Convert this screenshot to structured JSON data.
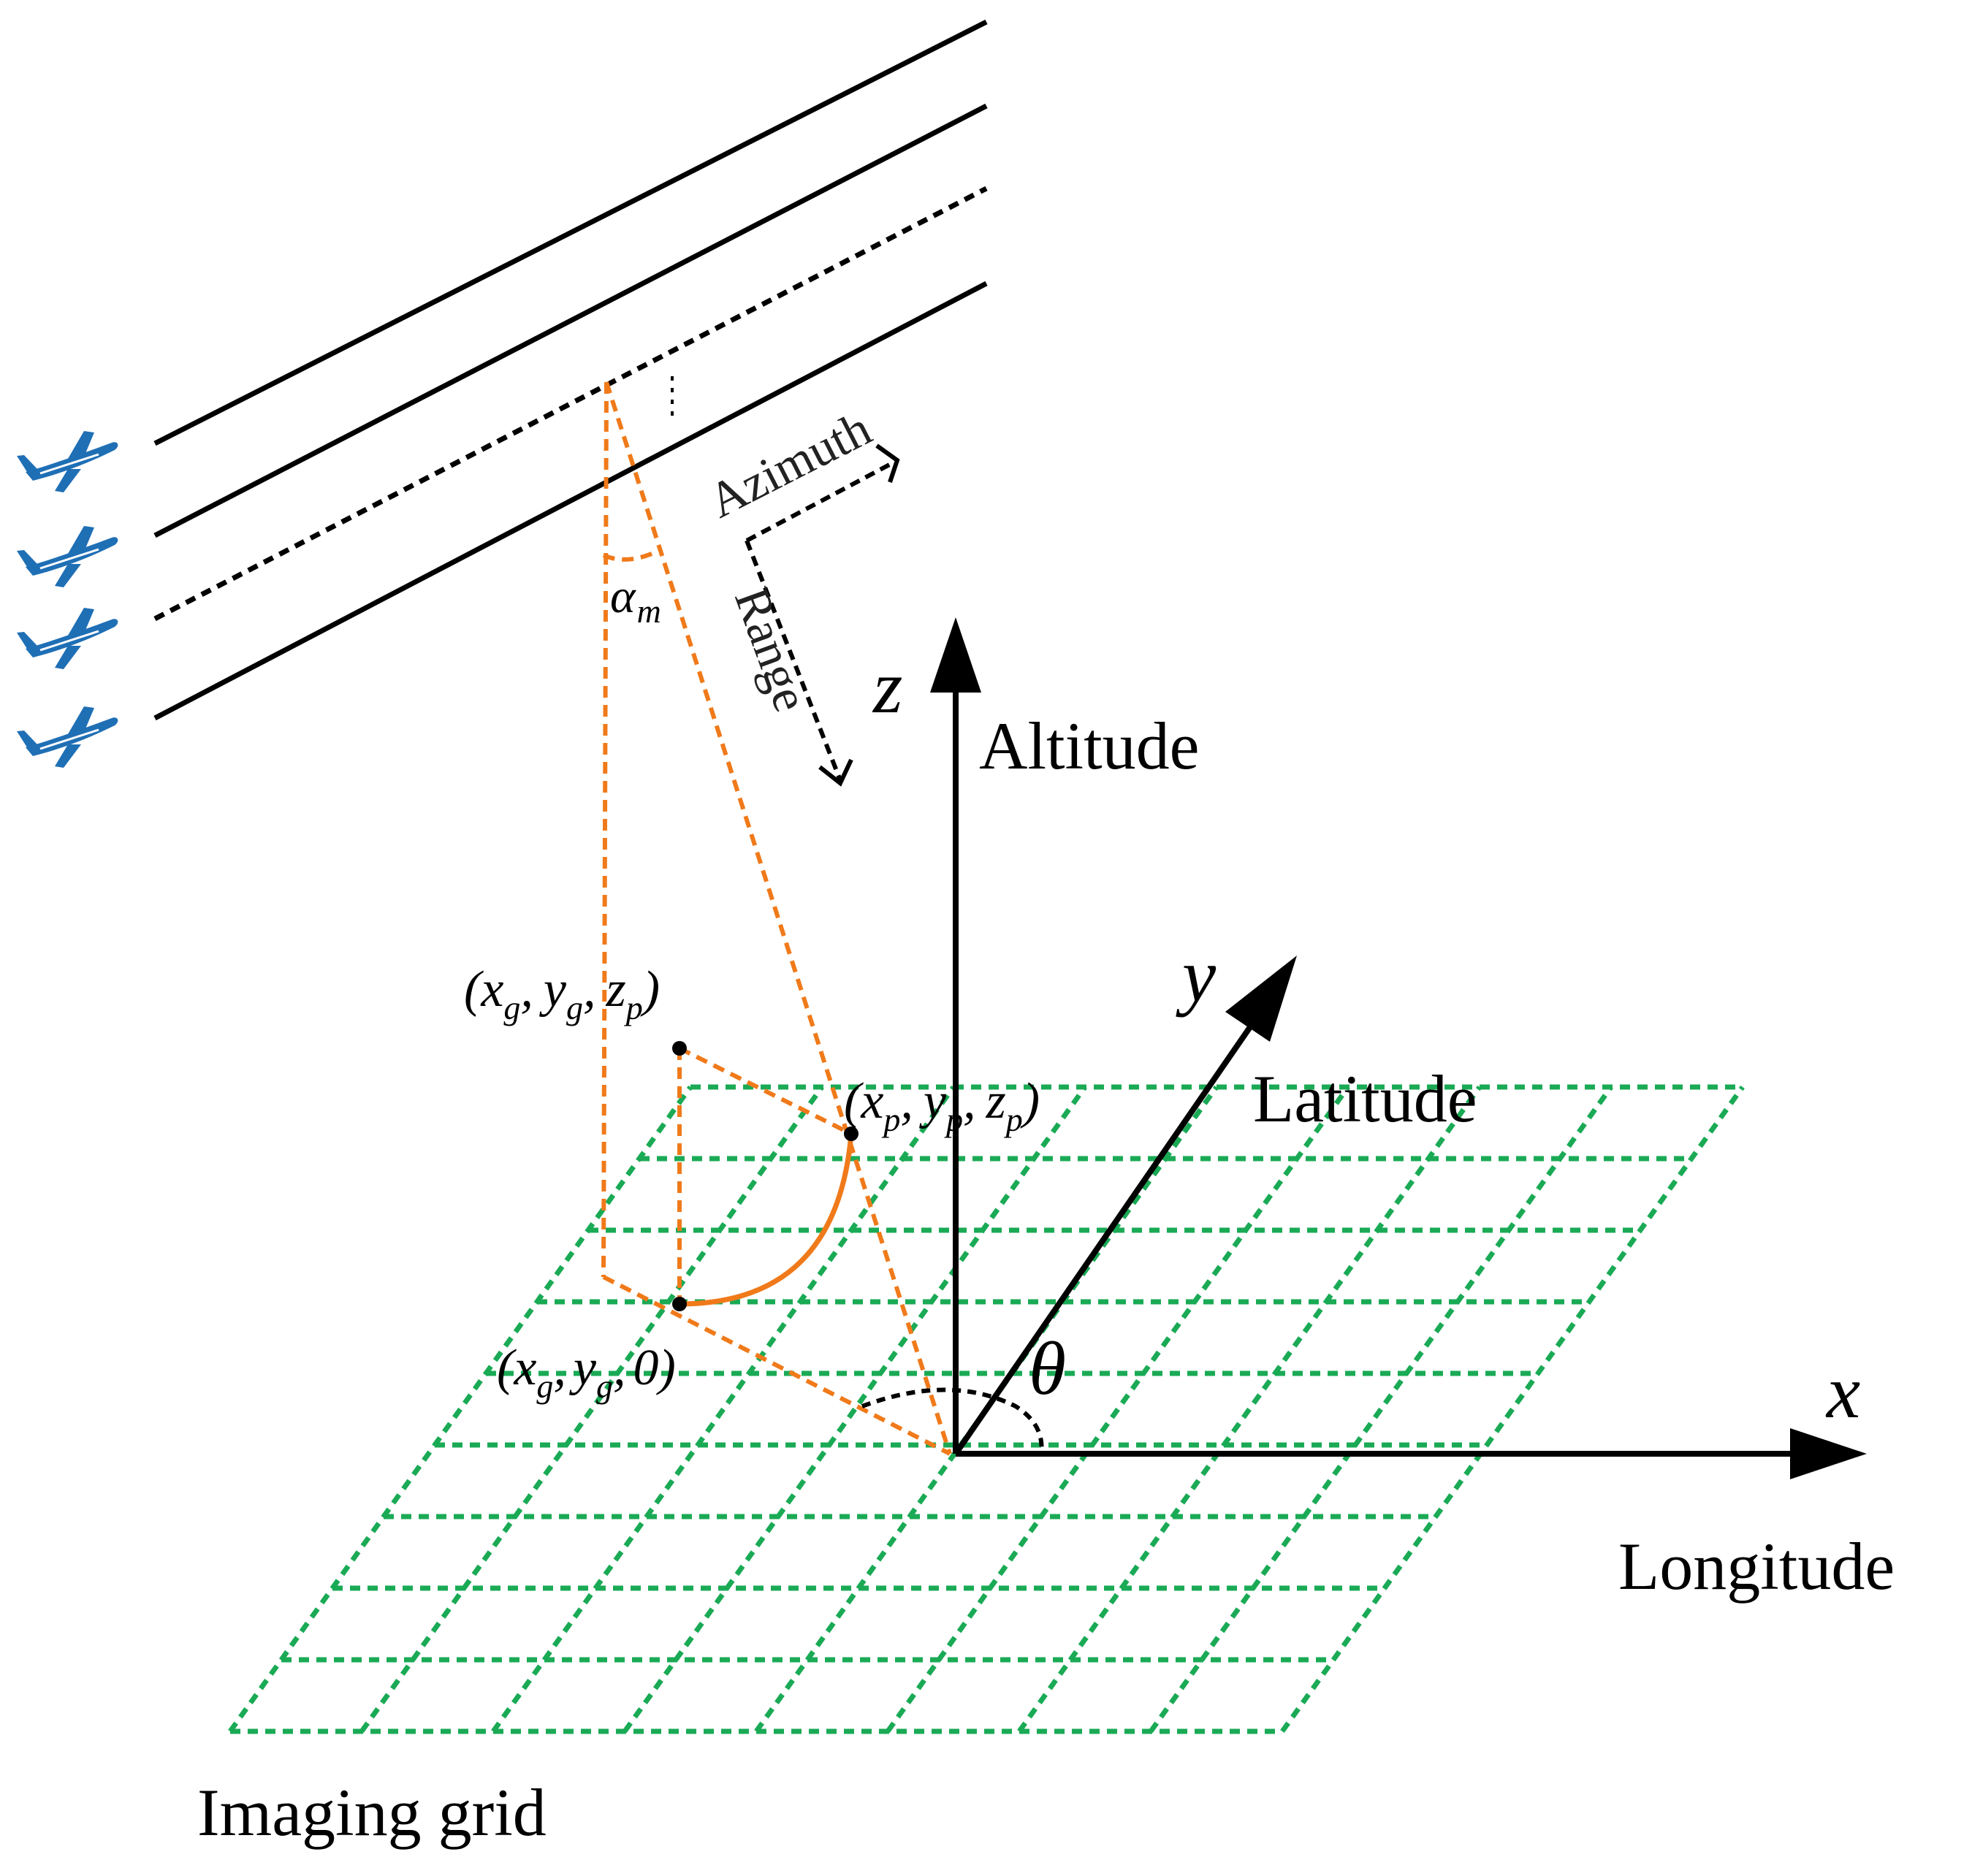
{
  "colors": {
    "grid": "#1aaa55",
    "construction": "#f07a1a",
    "axes": "#000000",
    "aircraft": "#1f6fb5"
  },
  "labels": {
    "azimuth": "Azimuth",
    "range": "Range",
    "alpha_main": "α",
    "alpha_sub": "m",
    "z": "z",
    "altitude": "Altitude",
    "y": "y",
    "latitude": "Latitude",
    "x": "x",
    "longitude": "Longitude",
    "theta": "θ",
    "imaging_grid": "Imaging grid"
  },
  "points": {
    "top": {
      "open": "(",
      "a": "x",
      "a_sub": "g",
      "sep1": ",",
      "b": "y",
      "b_sub": "g",
      "sep2": ",",
      "c": "z",
      "c_sub": "p",
      "close": ")"
    },
    "target": {
      "open": "(",
      "a": "x",
      "a_sub": "p",
      "sep1": ",",
      "b": "y",
      "b_sub": "p",
      "sep2": ",",
      "c": "z",
      "c_sub": "p",
      "close": ")"
    },
    "ground": {
      "open": "(",
      "a": "x",
      "a_sub": "g",
      "sep1": ",",
      "b": "y",
      "b_sub": "g",
      "sep2": ",",
      "c": "0",
      "c_sub": "",
      "close": ")"
    }
  },
  "icons": {
    "aircraft": "airplane-icon"
  }
}
